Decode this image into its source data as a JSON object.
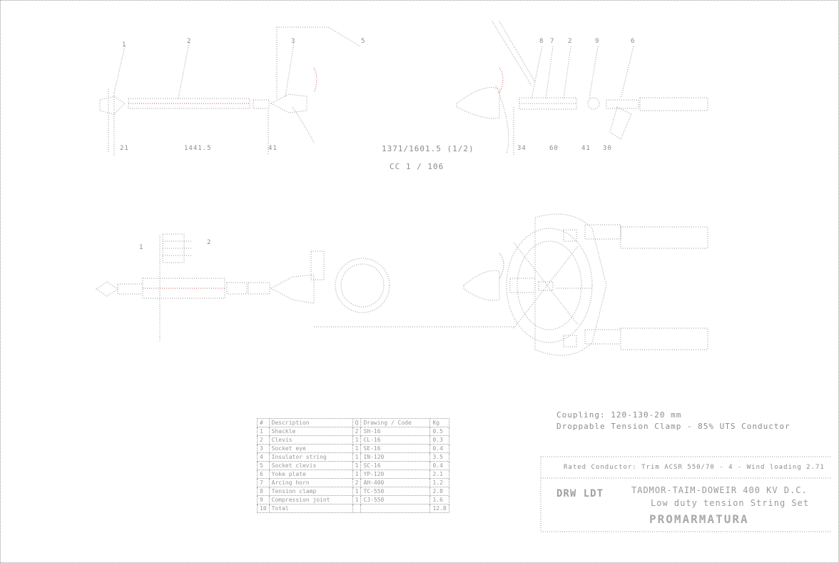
{
  "drawing": {
    "view_top_left": {
      "labels": [
        "1",
        "2",
        "3",
        "5"
      ],
      "dims": [
        "21",
        "1441.5",
        "41"
      ]
    },
    "view_top_right": {
      "labels": [
        "8",
        "7",
        "2",
        "9",
        "6"
      ],
      "dims": [
        "34",
        "60",
        "41",
        "30"
      ]
    },
    "center_notes": [
      "1371/1601.5 (1/2)",
      "CC 1 / 106"
    ],
    "view_bottom_left": {
      "labels": [
        "1",
        "2"
      ]
    },
    "notes": {
      "line1": "Coupling: 120-130-20 mm",
      "line2": "Droppable Tension Clamp - 85% UTS Conductor"
    },
    "title_block": {
      "header": "Rated Conductor: Trim ACSR 550/70 - 4 - Wind loading 2.71",
      "drw": "DRW LDT",
      "title_line1": "TADMOR-TAIM-DOWEIR 400 KV D.C.",
      "title_line2": "Low duty tension String Set",
      "brand": "PROMARMATURA"
    },
    "bom": {
      "header": [
        "#",
        "Description",
        "Q",
        "Drawing / Code",
        "Kg"
      ],
      "rows": [
        [
          "1",
          "Shackle",
          "2",
          "SH-16",
          "0.5"
        ],
        [
          "2",
          "Clevis",
          "1",
          "CL-16",
          "0.3"
        ],
        [
          "3",
          "Socket eye",
          "1",
          "SE-16",
          "0.4"
        ],
        [
          "4",
          "Insulator string",
          "1",
          "IN-120",
          "3.5"
        ],
        [
          "5",
          "Socket clevis",
          "1",
          "SC-16",
          "0.4"
        ],
        [
          "6",
          "Yoke plate",
          "1",
          "YP-120",
          "2.1"
        ],
        [
          "7",
          "Arcing horn",
          "2",
          "AH-400",
          "1.2"
        ],
        [
          "8",
          "Tension clamp",
          "1",
          "TC-550",
          "2.8"
        ],
        [
          "9",
          "Compression joint",
          "1",
          "CJ-550",
          "1.6"
        ],
        [
          "10",
          "Total",
          "",
          "",
          "12.8"
        ]
      ]
    }
  },
  "colors": {
    "line": "#9a9a9a",
    "accent": "#c06060",
    "text": "#8c8c8c"
  }
}
